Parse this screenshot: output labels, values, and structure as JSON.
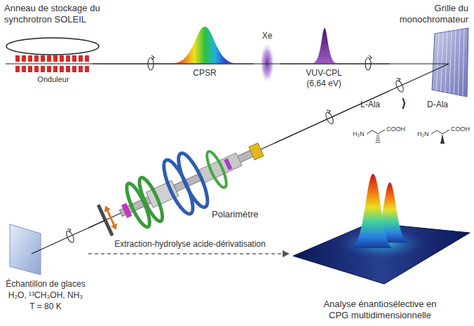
{
  "diagram": {
    "nodes": [
      {
        "text": [
          "Anneau de stockage du synchrotron SOLEIL"
        ]
      },
      {
        "text": [
          "Onduleur"
        ]
      },
      {
        "text": [
          "Xe"
        ]
      },
      {
        "text": [
          "Grille du monochromateur"
        ]
      },
      {
        "text": [
          "Polarimètre"
        ]
      },
      {
        "text": [
          "Échantillon de glaces",
          "H₂O, ¹³CH₃OH, NH₃",
          "T = 80 K"
        ]
      },
      {
        "text": [
          "Analyse énantiosélective en CPG multidimensionnelle"
        ]
      }
    ],
    "edges": [
      {
        "from": 1,
        "to": 2,
        "label": "CPSR",
        "arrow": "none"
      },
      {
        "from": 2,
        "to": 3,
        "label": "VUV-CPL (6,64 eV)",
        "arrow": "none"
      },
      {
        "from": 3,
        "to": 4,
        "arrow": "none"
      },
      {
        "from": 4,
        "to": 5,
        "arrow": "none"
      },
      {
        "from": 5,
        "to": 6,
        "label": "Extraction-hydrolyse acide-dérivatisation",
        "arrow": "to"
      }
    ],
    "labels": [
      "L-Ala",
      "⟩",
      "D-Ala",
      "H₂N",
      "COOH",
      "H₂N",
      "COOH"
    ]
  }
}
